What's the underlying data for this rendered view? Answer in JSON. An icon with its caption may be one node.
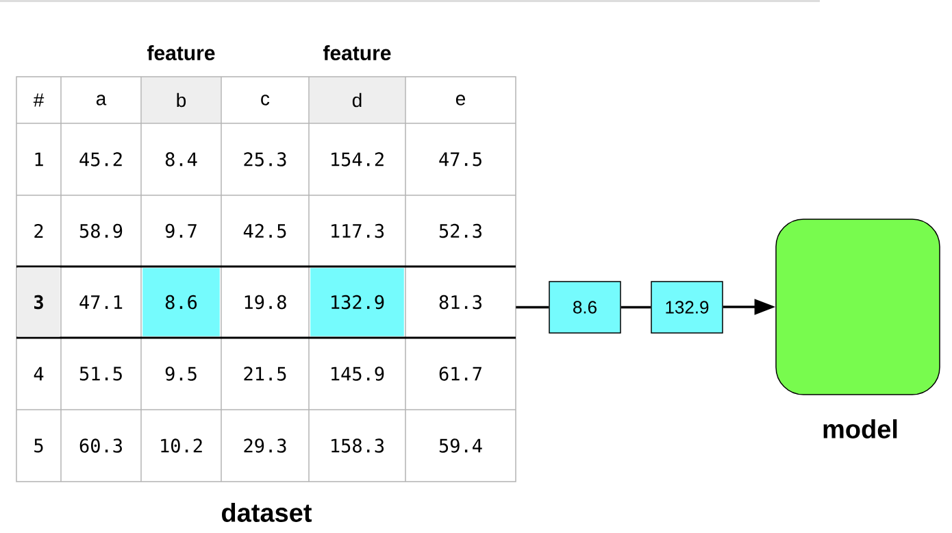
{
  "diagram": {
    "nodes": [
      {
        "text": [],
        "shape": "box",
        "beside": [
          "dataset"
        ]
      },
      {
        "text": [
          "3",
          "47.1",
          "8.6",
          "19.8",
          "132.9",
          "81.3"
        ],
        "in": 0
      },
      {
        "text": [
          "8.6"
        ]
      },
      {
        "text": [
          "132.9"
        ]
      },
      {
        "text": [],
        "shape": "box",
        "beside": [
          "model"
        ]
      }
    ],
    "edges": [
      {
        "from": 1,
        "to": 2,
        "arrow": "none"
      },
      {
        "from": 2,
        "to": 3,
        "arrow": "none"
      },
      {
        "from": 3,
        "to": 4,
        "arrow": "to"
      }
    ],
    "labels": [
      "feature",
      "feature",
      "#",
      "a",
      "b",
      "c",
      "d",
      "e",
      "1",
      "45.2",
      "8.4",
      "25.3",
      "154.2",
      "47.5",
      "2",
      "58.9",
      "9.7",
      "42.5",
      "117.3",
      "52.3",
      "4",
      "51.5",
      "9.5",
      "21.5",
      "145.9",
      "61.7",
      "5",
      "60.3",
      "10.2",
      "29.3",
      "158.3",
      "59.4"
    ]
  }
}
